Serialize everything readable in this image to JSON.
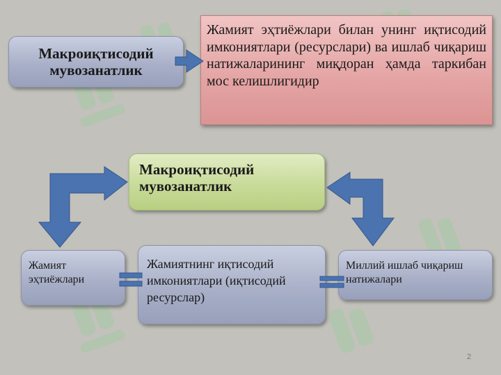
{
  "diagram": {
    "macro_top_label": "Макроиқтисодий мувозанатлик",
    "definition_text": "Жамият эҳтиёжлари билан унинг иқтисодий имкониятлари (ресурслари) ва ишлаб чиқариш натижаларининг миқдоран ҳамда таркибан мос келишлигидир",
    "macro_center_label": "Макроиқтисодий мувозанатлик",
    "needs_label": "Жамият эҳтиёжлари",
    "resources_label": "Жамиятнинг иқтисодий имкониятлари (иқтисодий ресурслар)",
    "output_label": "Миллий ишлаб чиқариш натижалари"
  },
  "slide": {
    "page_number": "2"
  },
  "colors": {
    "background": "#c2c1bb",
    "arrow_fill": "#4a73b0",
    "arrow_stroke": "#34568c",
    "watermark": "#a6c9a4"
  }
}
